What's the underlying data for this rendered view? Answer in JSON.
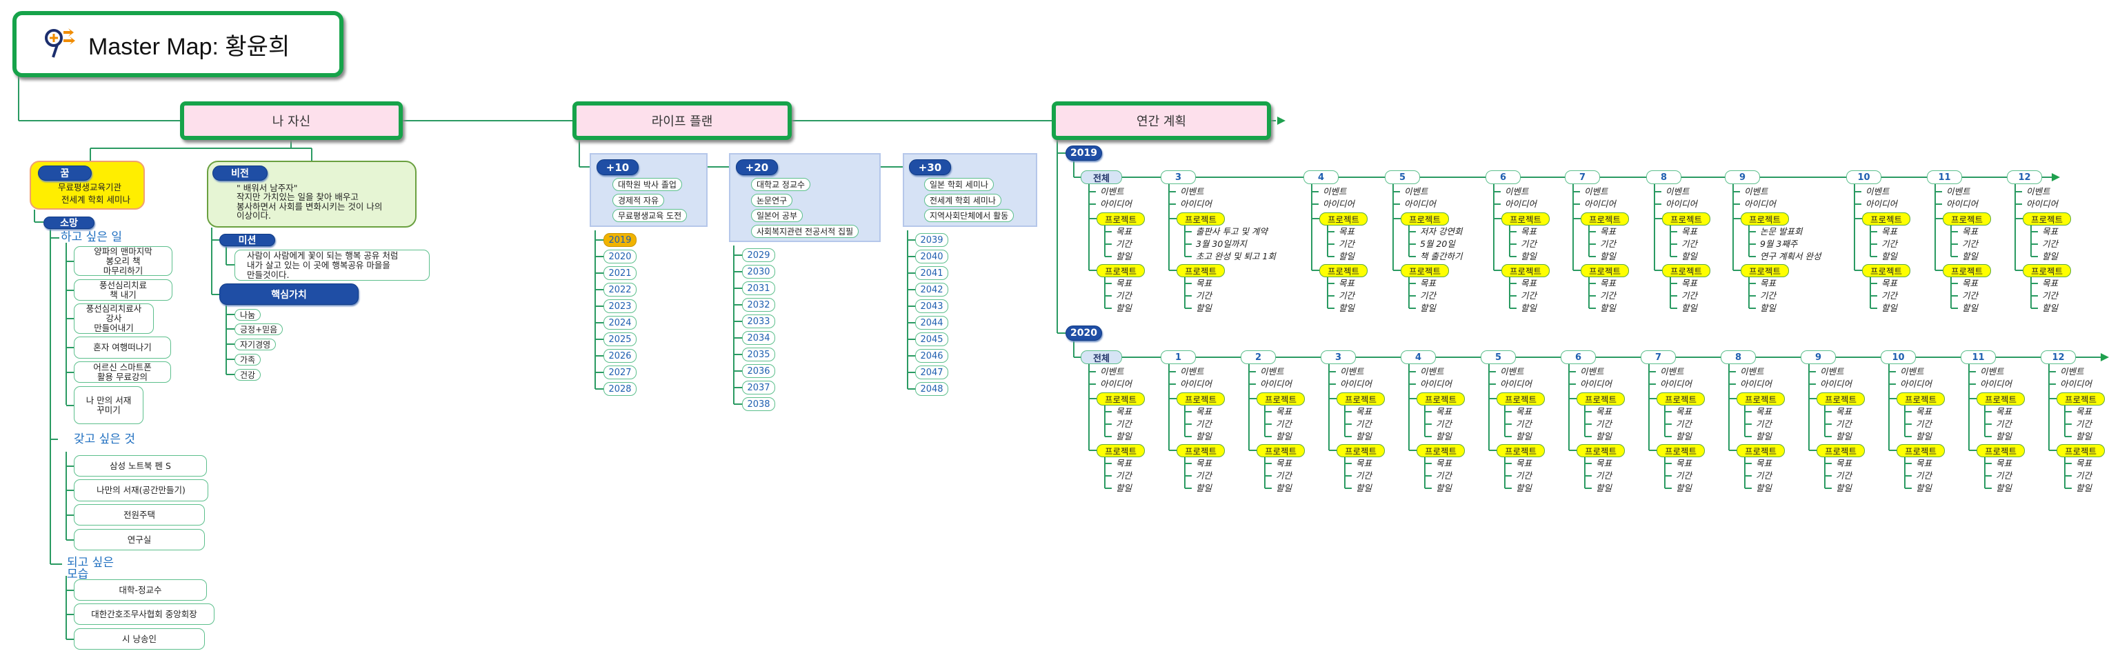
{
  "title": "Master Map: 황윤희",
  "topics": {
    "self": "나 자신",
    "life_plan": "라이프 플랜",
    "annual": "연간 계획"
  },
  "self": {
    "dream": {
      "label": "꿈",
      "items": [
        "무료평생교육기관",
        "전세계 학회 세미나"
      ]
    },
    "vision": {
      "label": "비전",
      "lines": [
        "\" 배워서 남주자\"",
        "작지만 가치있는 일을 찾아 배우고",
        "봉사하면서 사회를 변화시키는 것이 나의",
        "이상이다."
      ]
    },
    "mission": {
      "label": "미션",
      "text": "사람이 사람에게 꽃이 되는 행복 공유 처럼\n내가 살고 있는 이 곳에 행복공유 마을을\n만들것이다."
    },
    "core_values": {
      "label": "핵심가치",
      "items": [
        "나눔",
        "긍정+믿음",
        "자기경영",
        "가족",
        "건강"
      ]
    },
    "wish": {
      "label": "소망",
      "todo": {
        "label": "하고 싶은 일",
        "items": [
          "양파의 맨마지막\n봉오리 책\n마무리하기",
          "풍선심리치료\n책 내기",
          "풍선심리치료사\n강사\n만들어내기",
          "혼자 여행떠나기",
          "어르신 스마트폰\n활용 무료강의",
          "나 만의 서재\n꾸미기"
        ]
      },
      "have": {
        "label": "갖고 싶은 것",
        "items": [
          "삼성 노트북 펜 S",
          "나만의 서재(공간만들기)",
          "전원주택",
          "연구실"
        ]
      },
      "be": {
        "label": "되고 싶은\n모습",
        "items": [
          "대학-정교수",
          "대한간호조무사협회 중앙회장",
          "시 낭송인"
        ]
      }
    }
  },
  "life_plan": {
    "groups": [
      {
        "label": "+10",
        "items": [
          "대학원 박사 졸업",
          "경제적 자유",
          "무료평생교육 도전"
        ],
        "years": [
          "2019",
          "2020",
          "2021",
          "2022",
          "2023",
          "2024",
          "2025",
          "2026",
          "2027",
          "2028"
        ],
        "current_year": "2019"
      },
      {
        "label": "+20",
        "items": [
          "대학교 정교수",
          "논문연구",
          "일본어 공부",
          "사회복지관련 전공서적 집필"
        ],
        "years": [
          "2029",
          "2030",
          "2031",
          "2032",
          "2033",
          "2034",
          "2035",
          "2036",
          "2037",
          "2038"
        ]
      },
      {
        "label": "+30",
        "items": [
          "일본 학회 세미나",
          "전세계 학회 세미나",
          "지역사회단체에서 활동"
        ],
        "years": [
          "2039",
          "2040",
          "2041",
          "2042",
          "2043",
          "2044",
          "2045",
          "2046",
          "2047",
          "2048"
        ]
      }
    ]
  },
  "annual_plan": {
    "years": [
      {
        "label": "2019",
        "months": [
          {
            "label": "전체",
            "event": "이벤트",
            "idea": "아이디어",
            "projects": [
              {
                "label": "프로젝트",
                "items": [
                  "목표",
                  "기간",
                  "할일"
                ]
              },
              {
                "label": "프로젝트",
                "items": [
                  "목표",
                  "기간",
                  "할일"
                ]
              }
            ]
          },
          {
            "label": "3",
            "event": "이벤트",
            "idea": "아이디어",
            "projects": [
              {
                "label": "프로젝트",
                "items": [
                  "출판사 투고 및 계약",
                  "3월 30일까지",
                  "초고 완성 및 퇴고 1회"
                ]
              },
              {
                "label": "프로젝트",
                "items": [
                  "목표",
                  "기간",
                  "할일"
                ]
              }
            ]
          },
          {
            "label": "4",
            "event": "이벤트",
            "idea": "아이디어",
            "projects": [
              {
                "label": "프로젝트",
                "items": [
                  "목표",
                  "기간",
                  "할일"
                ]
              },
              {
                "label": "프로젝트",
                "items": [
                  "목표",
                  "기간",
                  "할일"
                ]
              }
            ]
          },
          {
            "label": "5",
            "event": "이벤트",
            "idea": "아이디어",
            "projects": [
              {
                "label": "프로젝트",
                "items": [
                  "저자 강연회",
                  "5월 20일",
                  "책 출간하기"
                ]
              },
              {
                "label": "프로젝트",
                "items": [
                  "목표",
                  "기간",
                  "할일"
                ]
              }
            ]
          },
          {
            "label": "6",
            "event": "이벤트",
            "idea": "아이디어",
            "projects": [
              {
                "label": "프로젝트",
                "items": [
                  "목표",
                  "기간",
                  "할일"
                ]
              },
              {
                "label": "프로젝트",
                "items": [
                  "목표",
                  "기간",
                  "할일"
                ]
              }
            ]
          },
          {
            "label": "7",
            "event": "이벤트",
            "idea": "아이디어",
            "projects": [
              {
                "label": "프로젝트",
                "items": [
                  "목표",
                  "기간",
                  "할일"
                ]
              },
              {
                "label": "프로젝트",
                "items": [
                  "목표",
                  "기간",
                  "할일"
                ]
              }
            ]
          },
          {
            "label": "8",
            "event": "이벤트",
            "idea": "아이디어",
            "projects": [
              {
                "label": "프로젝트",
                "items": [
                  "목표",
                  "기간",
                  "할일"
                ]
              },
              {
                "label": "프로젝트",
                "items": [
                  "목표",
                  "기간",
                  "할일"
                ]
              }
            ]
          },
          {
            "label": "9",
            "event": "이벤트",
            "idea": "아이디어",
            "projects": [
              {
                "label": "프로젝트",
                "items": [
                  "논문 발표회",
                  "9월 3째주",
                  "연구 계획서 완성"
                ]
              },
              {
                "label": "프로젝트",
                "items": [
                  "목표",
                  "기간",
                  "할일"
                ]
              }
            ]
          },
          {
            "label": "10",
            "event": "이벤트",
            "idea": "아이디어",
            "projects": [
              {
                "label": "프로젝트",
                "items": [
                  "목표",
                  "기간",
                  "할일"
                ]
              },
              {
                "label": "프로젝트",
                "items": [
                  "목표",
                  "기간",
                  "할일"
                ]
              }
            ]
          },
          {
            "label": "11",
            "event": "이벤트",
            "idea": "아이디어",
            "projects": [
              {
                "label": "프로젝트",
                "items": [
                  "목표",
                  "기간",
                  "할일"
                ]
              },
              {
                "label": "프로젝트",
                "items": [
                  "목표",
                  "기간",
                  "할일"
                ]
              }
            ]
          },
          {
            "label": "12",
            "event": "이벤트",
            "idea": "아이디어",
            "projects": [
              {
                "label": "프로젝트",
                "items": [
                  "목표",
                  "기간",
                  "할일"
                ]
              },
              {
                "label": "프로젝트",
                "items": [
                  "목표",
                  "기간",
                  "할일"
                ]
              }
            ]
          }
        ]
      },
      {
        "label": "2020",
        "months": [
          {
            "label": "전체",
            "event": "이벤트",
            "idea": "아이디어",
            "projects": [
              {
                "label": "프로젝트",
                "items": [
                  "목표",
                  "기간",
                  "할일"
                ]
              },
              {
                "label": "프로젝트",
                "items": [
                  "목표",
                  "기간",
                  "할일"
                ]
              }
            ]
          },
          {
            "label": "1",
            "event": "이벤트",
            "idea": "아이디어",
            "projects": [
              {
                "label": "프로젝트",
                "items": [
                  "목표",
                  "기간",
                  "할일"
                ]
              },
              {
                "label": "프로젝트",
                "items": [
                  "목표",
                  "기간",
                  "할일"
                ]
              }
            ]
          },
          {
            "label": "2",
            "event": "이벤트",
            "idea": "아이디어",
            "projects": [
              {
                "label": "프로젝트",
                "items": [
                  "목표",
                  "기간",
                  "할일"
                ]
              },
              {
                "label": "프로젝트",
                "items": [
                  "목표",
                  "기간",
                  "할일"
                ]
              }
            ]
          },
          {
            "label": "3",
            "event": "이벤트",
            "idea": "아이디어",
            "projects": [
              {
                "label": "프로젝트",
                "items": [
                  "목표",
                  "기간",
                  "할일"
                ]
              },
              {
                "label": "프로젝트",
                "items": [
                  "목표",
                  "기간",
                  "할일"
                ]
              }
            ]
          },
          {
            "label": "4",
            "event": "이벤트",
            "idea": "아이디어",
            "projects": [
              {
                "label": "프로젝트",
                "items": [
                  "목표",
                  "기간",
                  "할일"
                ]
              },
              {
                "label": "프로젝트",
                "items": [
                  "목표",
                  "기간",
                  "할일"
                ]
              }
            ]
          },
          {
            "label": "5",
            "event": "이벤트",
            "idea": "아이디어",
            "projects": [
              {
                "label": "프로젝트",
                "items": [
                  "목표",
                  "기간",
                  "할일"
                ]
              },
              {
                "label": "프로젝트",
                "items": [
                  "목표",
                  "기간",
                  "할일"
                ]
              }
            ]
          },
          {
            "label": "6",
            "event": "이벤트",
            "idea": "아이디어",
            "projects": [
              {
                "label": "프로젝트",
                "items": [
                  "목표",
                  "기간",
                  "할일"
                ]
              },
              {
                "label": "프로젝트",
                "items": [
                  "목표",
                  "기간",
                  "할일"
                ]
              }
            ]
          },
          {
            "label": "7",
            "event": "이벤트",
            "idea": "아이디어",
            "projects": [
              {
                "label": "프로젝트",
                "items": [
                  "목표",
                  "기간",
                  "할일"
                ]
              },
              {
                "label": "프로젝트",
                "items": [
                  "목표",
                  "기간",
                  "할일"
                ]
              }
            ]
          },
          {
            "label": "8",
            "event": "이벤트",
            "idea": "아이디어",
            "projects": [
              {
                "label": "프로젝트",
                "items": [
                  "목표",
                  "기간",
                  "할일"
                ]
              },
              {
                "label": "프로젝트",
                "items": [
                  "목표",
                  "기간",
                  "할일"
                ]
              }
            ]
          },
          {
            "label": "9",
            "event": "이벤트",
            "idea": "아이디어",
            "projects": [
              {
                "label": "프로젝트",
                "items": [
                  "목표",
                  "기간",
                  "할일"
                ]
              },
              {
                "label": "프로젝트",
                "items": [
                  "목표",
                  "기간",
                  "할일"
                ]
              }
            ]
          },
          {
            "label": "10",
            "event": "이벤트",
            "idea": "아이디어",
            "projects": [
              {
                "label": "프로젝트",
                "items": [
                  "목표",
                  "기간",
                  "할일"
                ]
              },
              {
                "label": "프로젝트",
                "items": [
                  "목표",
                  "기간",
                  "할일"
                ]
              }
            ]
          },
          {
            "label": "11",
            "event": "이벤트",
            "idea": "아이디어",
            "projects": [
              {
                "label": "프로젝트",
                "items": [
                  "목표",
                  "기간",
                  "할일"
                ]
              },
              {
                "label": "프로젝트",
                "items": [
                  "목표",
                  "기간",
                  "할일"
                ]
              }
            ]
          },
          {
            "label": "12",
            "event": "이벤트",
            "idea": "아이디어",
            "projects": [
              {
                "label": "프로젝트",
                "items": [
                  "목표",
                  "기간",
                  "할일"
                ]
              },
              {
                "label": "프로젝트",
                "items": [
                  "목표",
                  "기간",
                  "할일"
                ]
              }
            ]
          }
        ]
      }
    ]
  },
  "colors": {
    "line": "#2a9a62",
    "topic_border": "#16a34a",
    "topic_fill": "#fde0ec",
    "label_blue": "#1f4ea5",
    "project_yellow": "#ffff00",
    "current_year": "#f1b300",
    "group_fill": "#d6e2f5"
  }
}
